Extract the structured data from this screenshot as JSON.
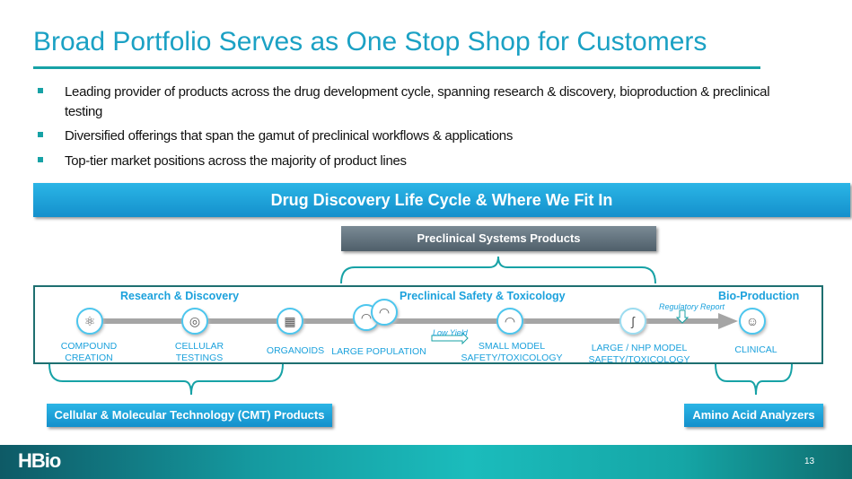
{
  "title": "Broad Portfolio Serves as One Stop Shop for Customers",
  "bullets": [
    "Leading provider of products across the drug development cycle, spanning research & discovery, bioproduction & preclinical testing",
    "Diversified offerings that span the gamut of preclinical workflows & applications",
    "Top-tier market positions across the majority of product lines"
  ],
  "banner": "Drug Discovery Life Cycle & Where We Fit In",
  "preclinical_box": "Preclinical Systems Products",
  "sections": [
    "Research & Discovery",
    "Preclinical Safety & Toxicology",
    "Bio-Production"
  ],
  "stages": [
    {
      "label": "COMPOUND\nCREATION",
      "icon": "molecule-icon"
    },
    {
      "label": "CELLULAR\nTESTINGS",
      "icon": "cell-icon"
    },
    {
      "label": "ORGANOIDS",
      "icon": "organoid-icon"
    },
    {
      "label": "LARGE  POPULATION",
      "icon": "mice-icon"
    },
    {
      "label": "SMALL MODEL\nSAFETY/TOXICOLOGY",
      "icon": "mouse-icon"
    },
    {
      "label": "LARGE / NHP MODEL\nSAFETY/TOXICOLOGY",
      "icon": "monkey-icon"
    },
    {
      "label": "CLINICAL",
      "icon": "person-icon"
    }
  ],
  "notes": {
    "low_yield": "Low Yield",
    "regulatory": "Regulatory Report"
  },
  "cmt_box": "Cellular & Molecular Technology (CMT) Products",
  "amino_box": "Amino Acid Analyzers",
  "footer": {
    "logo": "HBio",
    "page": "13"
  }
}
